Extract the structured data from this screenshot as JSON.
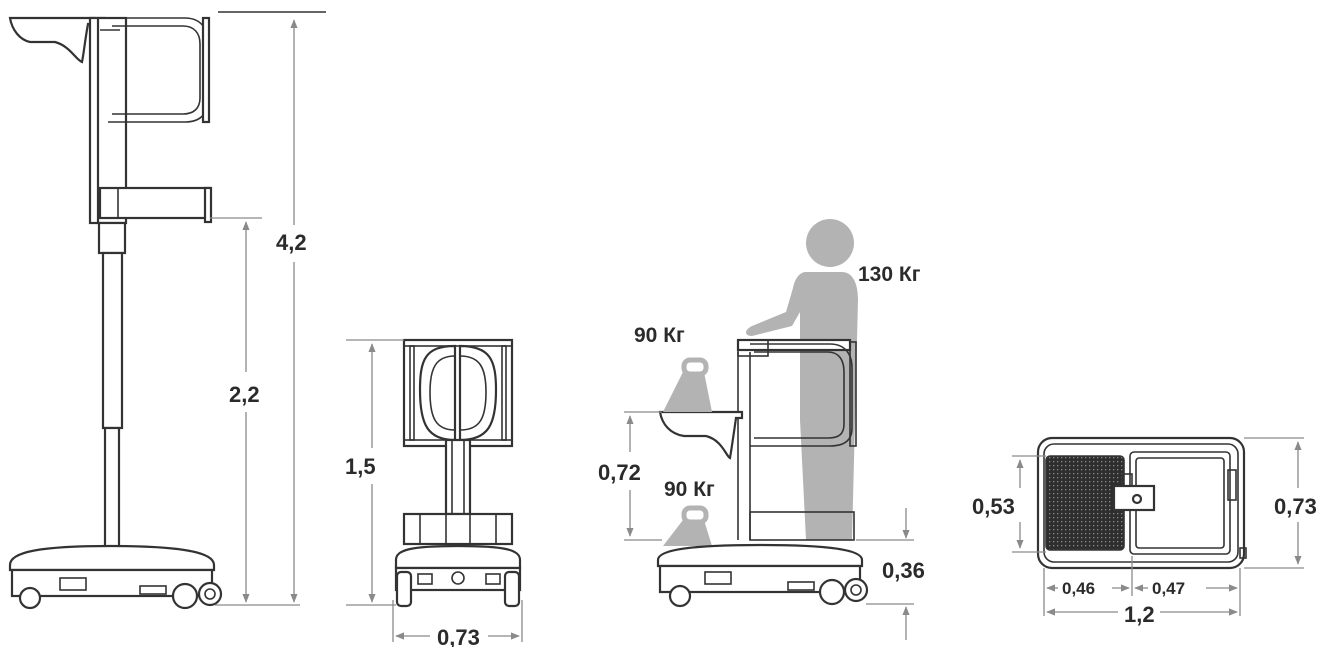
{
  "side_view": {
    "total_height": "4,2",
    "platform_height": "2,2"
  },
  "front_view": {
    "height": "1,5",
    "width": "0,73"
  },
  "load_view": {
    "person_load": "130 Кг",
    "tray_load": "90 Кг",
    "base_load": "90 Кг",
    "tray_height": "0,72",
    "base_height": "0,36"
  },
  "top_view": {
    "depth_inner": "0,53",
    "depth_outer": "0,73",
    "left_segment": "0,46",
    "right_segment": "0,47",
    "length": "1,2"
  },
  "colors": {
    "line": "#333333",
    "dimension_line": "#8a8a8a",
    "silhouette": "#b3b3b3",
    "text": "#2b2b2b"
  }
}
